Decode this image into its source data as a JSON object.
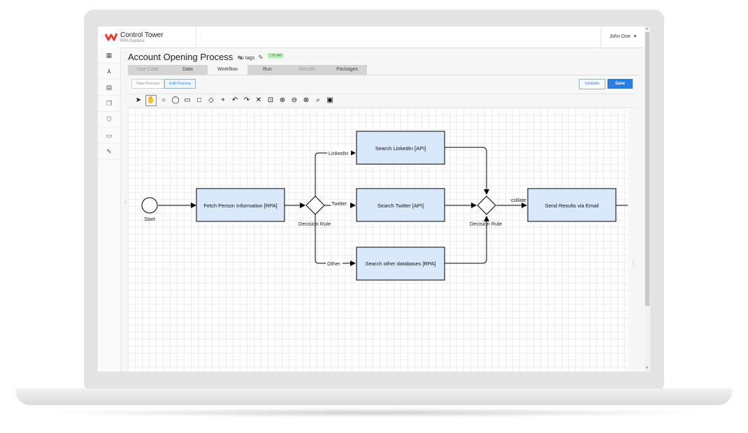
{
  "app": {
    "name": "Control Tower",
    "subtitle": "RPA Express"
  },
  "user": {
    "name": "John Doe",
    "caret": "▾"
  },
  "page": {
    "title": "Account Opening Process",
    "tags": "No tags",
    "timestamp": "1:59 AM"
  },
  "tabs": [
    {
      "label": "Use Case",
      "state": "disabled"
    },
    {
      "label": "Data",
      "state": "normal"
    },
    {
      "label": "Workflow",
      "state": "active"
    },
    {
      "label": "Run",
      "state": "normal"
    },
    {
      "label": "Results",
      "state": "disabled"
    },
    {
      "label": "Packages",
      "state": "normal"
    }
  ],
  "view_buttons": {
    "view": "View Process",
    "edit": "Edit Process"
  },
  "actions": {
    "validate": "Validate",
    "save": "Save"
  },
  "toolbar_icons": [
    "pointer-icon",
    "hand-icon",
    "start-event-icon",
    "end-event-icon",
    "rounded-task-icon",
    "task-icon",
    "gateway-icon",
    "add-icon",
    "undo-icon",
    "redo-icon",
    "delete-icon",
    "export-image-icon",
    "zoom-in-icon",
    "zoom-out-icon",
    "zoom-reset-icon",
    "zoom-fit-icon",
    "minimap-icon"
  ],
  "toolbar_glyphs": [
    "➤",
    "✋",
    "○",
    "◯",
    "▭",
    "□",
    "◇",
    "+",
    "↶",
    "↷",
    "✕",
    "⊡",
    "⊕",
    "⊖",
    "⊗",
    "⌕",
    "▣"
  ],
  "sidebar_icons": [
    "dashboard-icon",
    "workflow-icon",
    "document-icon",
    "copy-icon",
    "shield-icon",
    "calendar-icon",
    "wrench-icon"
  ],
  "sidebar_glyphs": [
    "▦",
    "⅄",
    "▤",
    "❐",
    "⛉",
    "▭",
    "✎"
  ],
  "diagram": {
    "start_label": "Start",
    "fetch_label": "Fetch Person Information [RPA]",
    "decision_label_1": "Decision Rule",
    "linkedin_label": "Search LinkedIn [API]",
    "twitter_label": "Search Twitter [API]",
    "other_label": "Search other databases [RPA]",
    "decision_label_2": "Decision Rule",
    "email_label": "Send Results via Email",
    "edge_linkedin": "LinkedIn",
    "edge_twitter": "Twitter",
    "edge_other": "Other",
    "edge_collate": "collate"
  },
  "colors": {
    "task_fill": "#dae8fc",
    "accent": "#2a7de1",
    "time_badge": "#c9f0c9"
  }
}
